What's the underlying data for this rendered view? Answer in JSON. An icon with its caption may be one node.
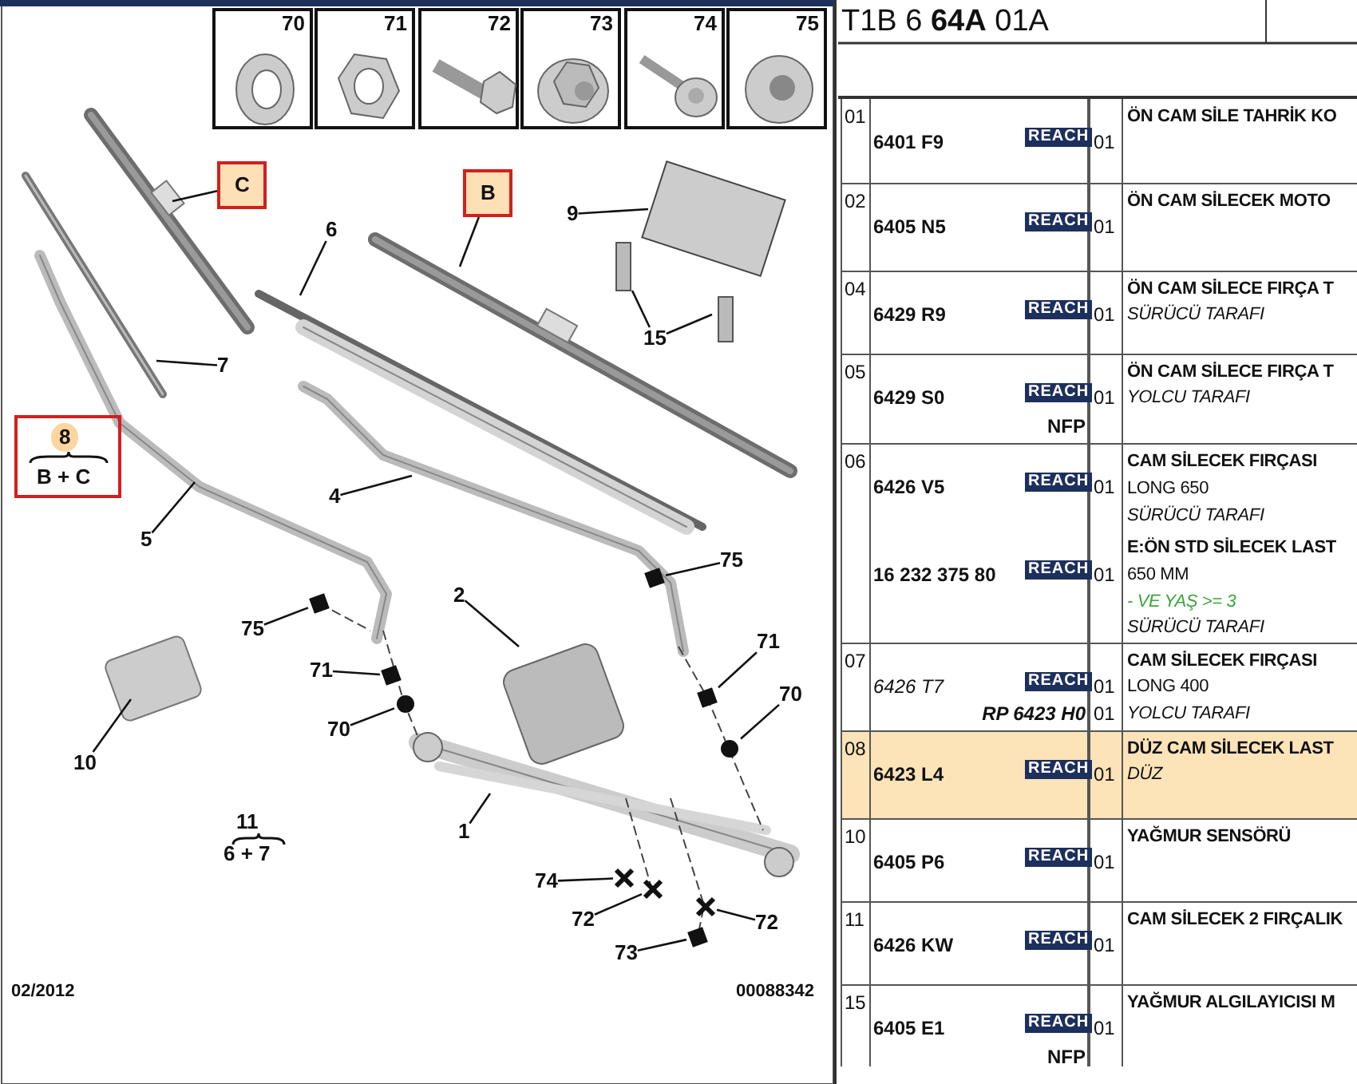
{
  "diagram": {
    "nodes": [
      {
        "text": [
          "70"
        ]
      },
      {
        "text": [
          "71"
        ]
      },
      {
        "text": [
          "72"
        ]
      },
      {
        "text": [
          "73"
        ]
      },
      {
        "text": [
          "74"
        ]
      },
      {
        "text": [
          "75"
        ]
      },
      {
        "text": [
          "C"
        ]
      },
      {
        "text": [
          "B"
        ]
      },
      {
        "text": [
          "8",
          "B + C"
        ]
      },
      {
        "text": [
          "6"
        ]
      },
      {
        "text": [
          "9"
        ]
      },
      {
        "text": [
          "15"
        ]
      },
      {
        "text": [
          "7"
        ]
      },
      {
        "text": [
          "5"
        ]
      },
      {
        "text": [
          "4"
        ]
      },
      {
        "text": [
          "75"
        ]
      },
      {
        "text": [
          "2"
        ]
      },
      {
        "text": [
          "75"
        ]
      },
      {
        "text": [
          "71"
        ]
      },
      {
        "text": [
          "71"
        ]
      },
      {
        "text": [
          "70"
        ]
      },
      {
        "text": [
          "70"
        ]
      },
      {
        "text": [
          "10"
        ]
      },
      {
        "text": [
          "1"
        ]
      },
      {
        "text": [
          "74"
        ]
      },
      {
        "text": [
          "72"
        ]
      },
      {
        "text": [
          "72"
        ]
      },
      {
        "text": [
          "73"
        ]
      },
      {
        "text": [],
        "shape": "box"
      },
      {
        "text": [],
        "shape": "box"
      },
      {
        "text": [],
        "shape": "box"
      },
      {
        "text": [],
        "shape": "box"
      },
      {
        "text": [],
        "shape": "box"
      },
      {
        "text": [],
        "shape": "circle"
      },
      {
        "text": [],
        "shape": "circle"
      },
      {
        "text": [],
        "shape": "cross"
      },
      {
        "text": [],
        "shape": "cross"
      },
      {
        "text": [],
        "shape": "cross"
      }
    ],
    "edges": [
      {
        "from": 6,
        "to": null,
        "arrow": "none"
      },
      {
        "from": 7,
        "to": null,
        "arrow": "none"
      },
      {
        "from": 9,
        "to": null,
        "arrow": "none"
      },
      {
        "from": 10,
        "to": null,
        "arrow": "none"
      },
      {
        "from": 11,
        "to": null,
        "arrow": "none"
      },
      {
        "from": 11,
        "to": null,
        "arrow": "none"
      },
      {
        "from": 12,
        "to": null,
        "arrow": "none"
      },
      {
        "from": 13,
        "to": null,
        "arrow": "none"
      },
      {
        "from": 14,
        "to": null,
        "arrow": "none"
      },
      {
        "from": 15,
        "to": 30,
        "arrow": "none"
      },
      {
        "from": 16,
        "to": null,
        "arrow": "none"
      },
      {
        "from": 17,
        "to": 28,
        "arrow": "none"
      },
      {
        "from": 18,
        "to": 32,
        "arrow": "none"
      },
      {
        "from": 19,
        "to": 29,
        "arrow": "none"
      },
      {
        "from": 20,
        "to": 34,
        "arrow": "none"
      },
      {
        "from": 21,
        "to": 33,
        "arrow": "none"
      },
      {
        "from": 22,
        "to": null,
        "arrow": "none"
      },
      {
        "from": 23,
        "to": null,
        "arrow": "none"
      },
      {
        "from": 24,
        "to": 35,
        "arrow": "none"
      },
      {
        "from": 25,
        "to": 36,
        "arrow": "none"
      },
      {
        "from": 26,
        "to": 37,
        "arrow": "none"
      },
      {
        "from": 27,
        "to": 31,
        "arrow": "none"
      }
    ],
    "labels": [
      "11",
      "6 + 7",
      "02/2012",
      "00088342",
      "T1B 6 **64A** 01A",
      "01",
      "6401 F9",
      "REACH",
      "01",
      "ÖN CAM SİLE TAHRİK KO",
      "02",
      "6405 N5",
      "REACH",
      "01",
      "ÖN CAM SİLECEK MOTO",
      "04",
      "6429 R9",
      "REACH",
      "01",
      "ÖN CAM SİLECE FIRÇA T",
      "SÜRÜCÜ TARAFI",
      "05",
      "6429 S0",
      "REACH",
      "01",
      "ÖN CAM SİLECE FIRÇA T",
      "YOLCU TARAFI",
      "NFP",
      "06",
      "6426 V5",
      "REACH",
      "01",
      "CAM SİLECEK FIRÇASI",
      "LONG 650",
      "SÜRÜCÜ TARAFI",
      "16 232 375 80",
      "REACH",
      "01",
      "E:ÖN STD SİLECEK LAST",
      "650 MM",
      "- VE YAŞ >= 3",
      "SÜRÜCÜ TARAFI",
      "07",
      "6426 T7",
      "REACH",
      "01",
      "CAM SİLECEK FIRÇASI",
      "LONG 400",
      "RP 6423 H0",
      "01",
      "YOLCU TARAFI",
      "08",
      "6423 L4",
      "REACH",
      "01",
      "DÜZ CAM SİLECEK LAST",
      "DÜZ",
      "10",
      "6405 P6",
      "REACH",
      "01",
      "YAĞMUR SENSÖRÜ",
      "11",
      "6426 KW",
      "REACH",
      "01",
      "CAM SİLECEK 2 FIRÇALIK",
      "15",
      "6405 E1",
      "REACH",
      "01",
      "YAĞMUR ALGILAYICISI M",
      "NFP"
    ]
  }
}
